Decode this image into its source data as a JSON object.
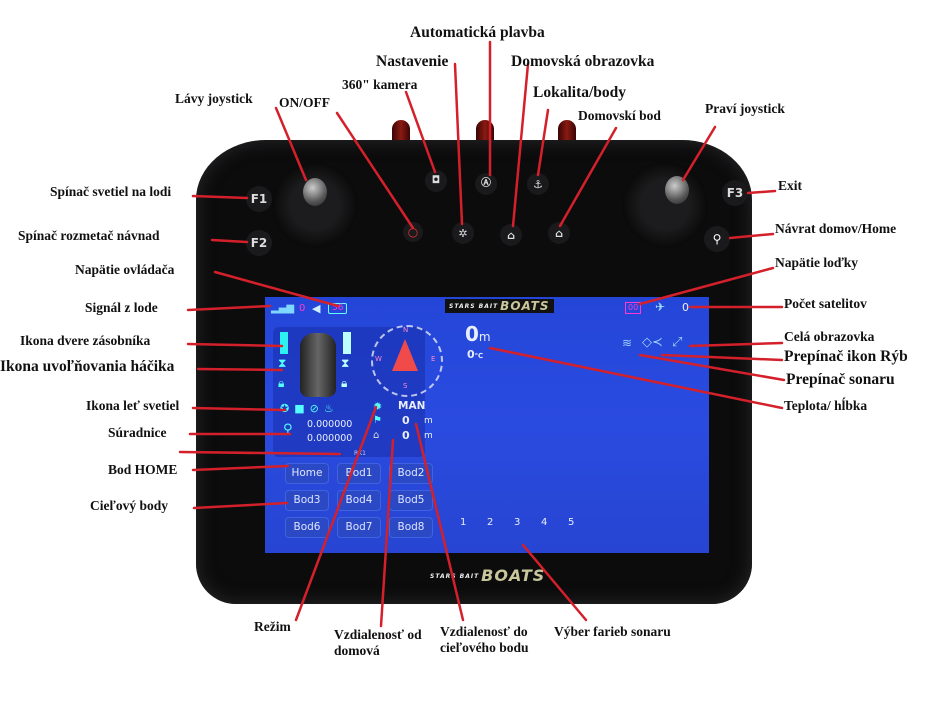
{
  "callouts": {
    "auto_cruise": "Automatická plavba",
    "settings": "Nastavenie",
    "home_screen": "Domovská obrazovka",
    "camera": "360\" kamera",
    "location_points": "Lokalita/body",
    "left_joystick": "Lávy joystick",
    "on_off": "ON/OFF",
    "home_point": "Domovskí bod",
    "right_joystick": "Praví joystick",
    "light_switch": "Spínač svetiel na lodi",
    "exit": "Exit",
    "bait_spreader": "Spínač rozmetač  návnad",
    "return_home": "Návrat domov/Home",
    "controller_voltage": "Napätie ovládača",
    "boat_voltage": "Napätie loďky",
    "boat_signal": "Signál z lode",
    "satellites": "Počet satelitov",
    "hopper_door_icon": "Ikona dvere zásobníka",
    "fullscreen": "Celá obrazovka",
    "hook_release_icon": "Ikona uvoľňovania háčika",
    "fish_icon_toggle": "Prepínač ikon Rýb",
    "sonar_toggle": "Prepínač sonaru",
    "light_icon": "Ikona leť svetiel",
    "temp_depth": "Teplota/ hĺbka",
    "coordinates": "Súradnice",
    "home_button": "Bod HOME",
    "target_points": "Cieľový body",
    "mode": "Režim",
    "distance_home": "Vzdialenosť od domová",
    "distance_target": "Vzdialenosť do cieľového bodu",
    "sonar_colors": "Výber farieb sonaru"
  },
  "device": {
    "keys": {
      "f1": "F1",
      "f2": "F2",
      "f3": "F3"
    },
    "logo": {
      "small": "STARS BAIT",
      "big": "BOATS"
    }
  },
  "screen": {
    "controller_voltage": "36",
    "signal_value": "0",
    "boat_voltage": "00",
    "satellites": "0",
    "depth": "0",
    "depth_unit": "m",
    "temperature": "0",
    "temp_unit": "℃",
    "mode": "MAN",
    "dist_target": "0",
    "dist_home": "0",
    "dist_unit": "m",
    "lat": "0.000000",
    "lon": "0.000000",
    "route": "RK1",
    "compass": {
      "n": "N",
      "e": "E",
      "s": "S",
      "w": "W"
    },
    "points": [
      "Home",
      "Bod1",
      "Bod2",
      "Bod3",
      "Bod4",
      "Bod5",
      "Bod6",
      "Bod7",
      "Bod8"
    ],
    "sonar_colors": [
      "1",
      "2",
      "3",
      "4",
      "5"
    ]
  },
  "colors": {
    "screen": "#2a4be0",
    "leader": "#d4202a",
    "warn": "#ff3ad0"
  }
}
